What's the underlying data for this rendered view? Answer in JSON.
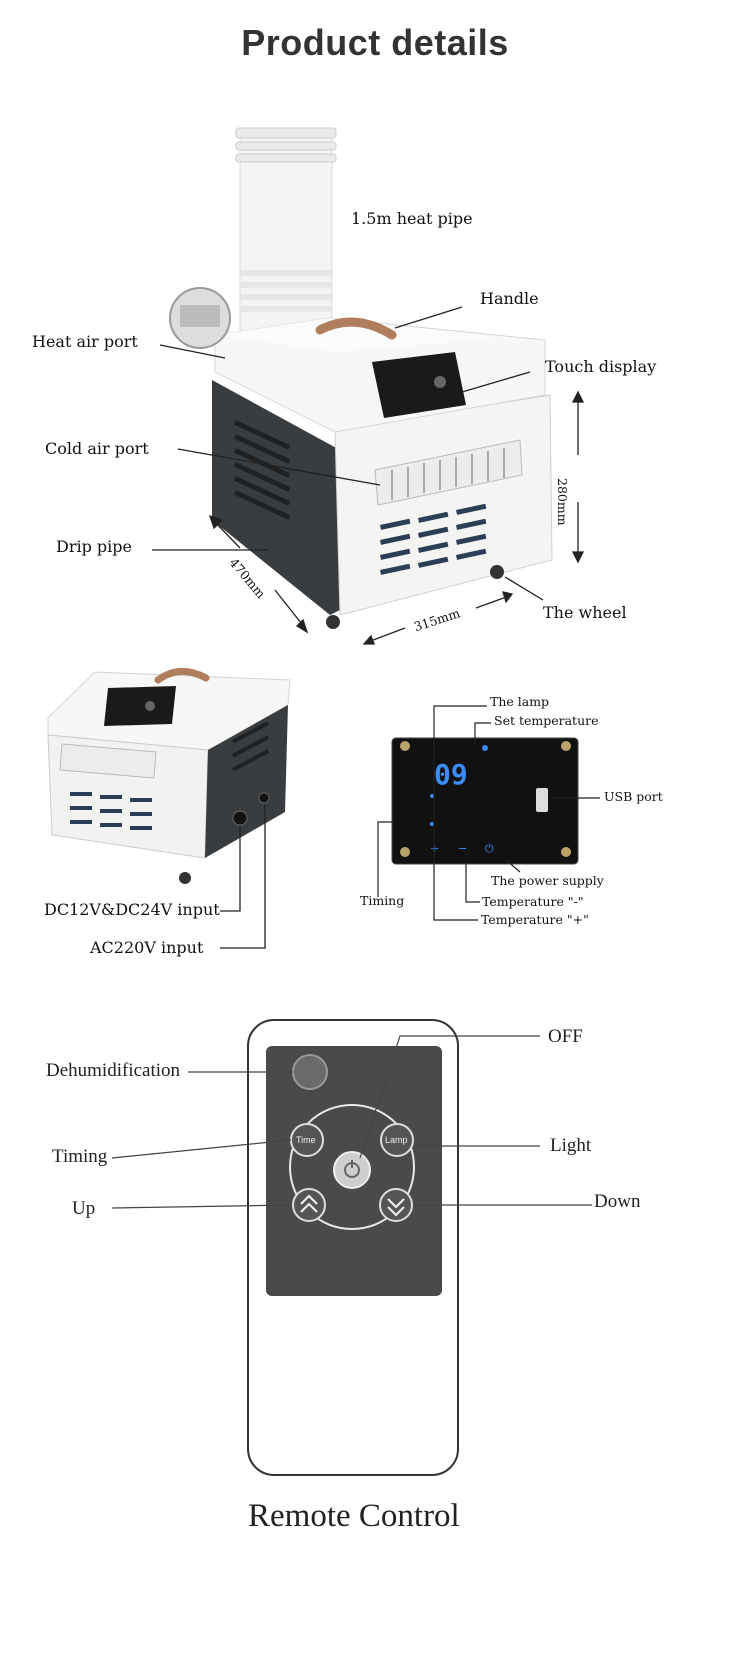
{
  "page": {
    "title": "Product details"
  },
  "product_view": {
    "labels": {
      "heat_pipe": "1.5m heat pipe",
      "handle": "Handle",
      "heat_air_port": "Heat air port",
      "touch_display": "Touch display",
      "cold_air_port": "Cold air port",
      "drip_pipe": "Drip pipe",
      "wheel": "The wheel"
    },
    "dimensions": {
      "height": "280mm",
      "depth": "470mm",
      "width": "315mm"
    }
  },
  "side_view": {
    "labels": {
      "dc_input": "DC12V&DC24V input",
      "ac_input": "AC220V input"
    }
  },
  "display_panel": {
    "readout": "09",
    "labels": {
      "lamp": "The lamp",
      "set_temperature": "Set temperature",
      "usb_port": "USB port",
      "timing": "Timing",
      "power_supply": "The power supply",
      "temp_minus": "Temperature \"-\"",
      "temp_plus": "Temperature \"+\""
    }
  },
  "remote": {
    "title": "Remote Control",
    "labels": {
      "dehumidification": "Dehumidification",
      "off": "OFF",
      "timing": "Timing",
      "light": "Light",
      "up": "Up",
      "down": "Down"
    },
    "buttons": {
      "time": "Time",
      "lamp": "Lamp"
    }
  },
  "colors": {
    "unit_body": "#f2f2f0",
    "unit_side": "#3a3d40",
    "panel": "#111111",
    "digits": "#3a8cff",
    "remote_keypad": "#4a4a4a"
  }
}
